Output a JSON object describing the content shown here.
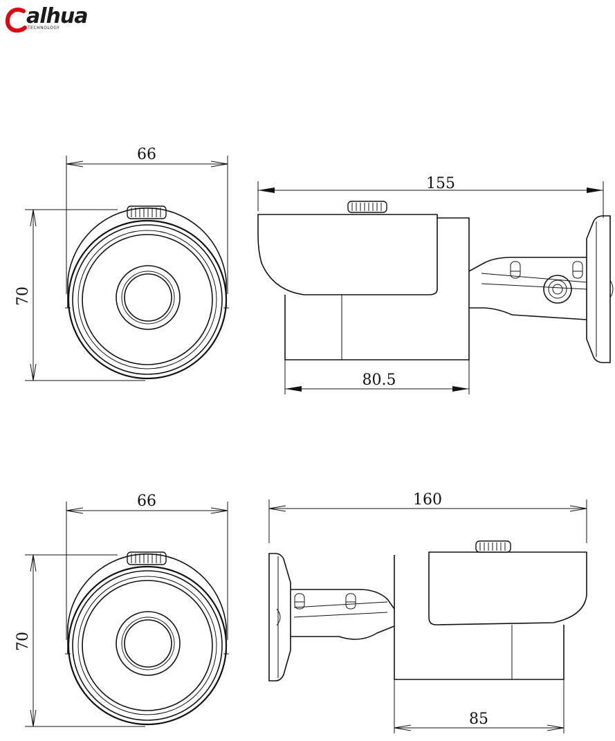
{
  "brand": {
    "name": "alhua",
    "tagline": "TECHNOLOGY",
    "accent": "#e3000f"
  },
  "views": {
    "top_front": {
      "width": "66",
      "height": "70"
    },
    "top_side": {
      "length": "155",
      "body": "80.5"
    },
    "bottom_front": {
      "width": "66",
      "height": "70"
    },
    "bottom_side": {
      "length": "160",
      "body": "85"
    }
  }
}
